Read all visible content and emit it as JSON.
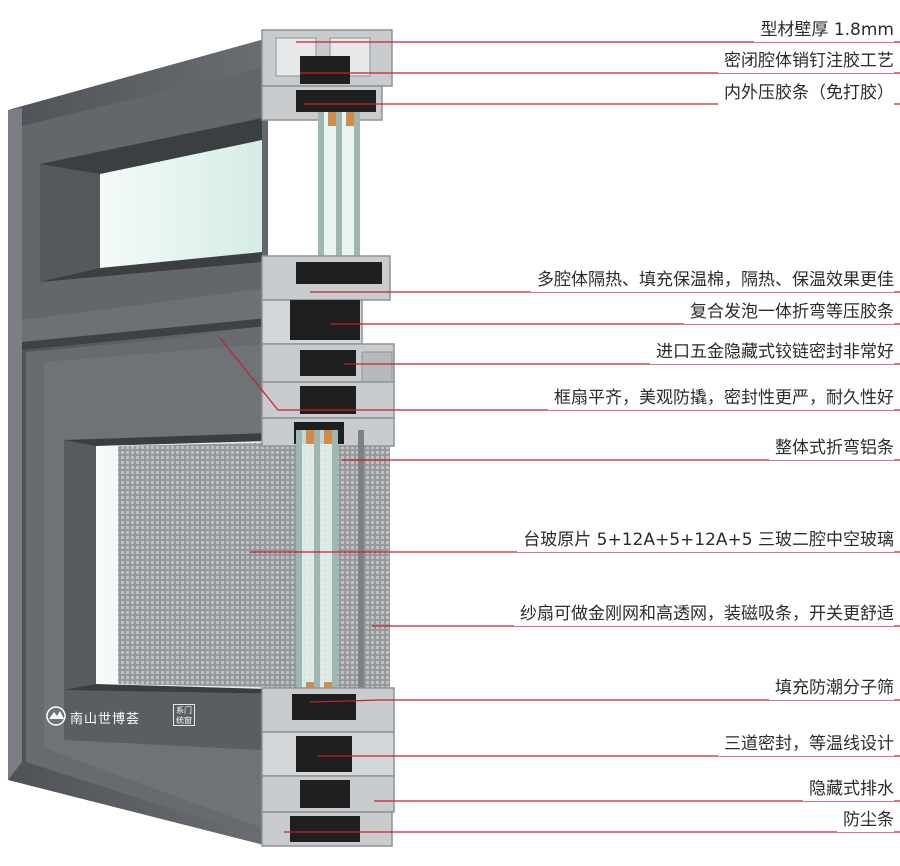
{
  "brand": {
    "logo_text": "南山世博荟",
    "badge_text": "系门 统窗"
  },
  "callouts": [
    {
      "id": "wall-thickness",
      "label": "型材壁厚 1.8mm"
    },
    {
      "id": "pin-glue",
      "label": "密闭腔体销钉注胶工艺"
    },
    {
      "id": "pressure-strip",
      "label": "内外压胶条（免打胶）"
    },
    {
      "id": "multi-cavity",
      "label": "多腔体隔热、填充保温棉，隔热、保温效果更佳"
    },
    {
      "id": "foam-strip",
      "label": "复合发泡一体折弯等压胶条"
    },
    {
      "id": "hinge",
      "label": "进口五金隐藏式铰链密封非常好"
    },
    {
      "id": "flush-frame",
      "label": "框扇平齐，美观防撬，密封性更严，耐久性好"
    },
    {
      "id": "bent-spacer",
      "label": "整体式折弯铝条"
    },
    {
      "id": "glass",
      "label": "台玻原片 5+12A+5+12A+5 三玻二腔中空玻璃"
    },
    {
      "id": "screen",
      "label": "纱扇可做金刚网和高透网，装磁吸条，开关更舒适"
    },
    {
      "id": "desiccant",
      "label": "填充防潮分子筛"
    },
    {
      "id": "triple-seal",
      "label": "三道密封，等温线设计"
    },
    {
      "id": "drainage",
      "label": "隐藏式排水"
    },
    {
      "id": "dust-strip",
      "label": "防尘条"
    }
  ],
  "colors": {
    "frame": "#5d6165",
    "frame_light": "#8a8e92",
    "profile": "#c9ccce",
    "rubber": "#1f1f1f",
    "leader": "#c81e2d",
    "glass": "#dff0ec"
  }
}
